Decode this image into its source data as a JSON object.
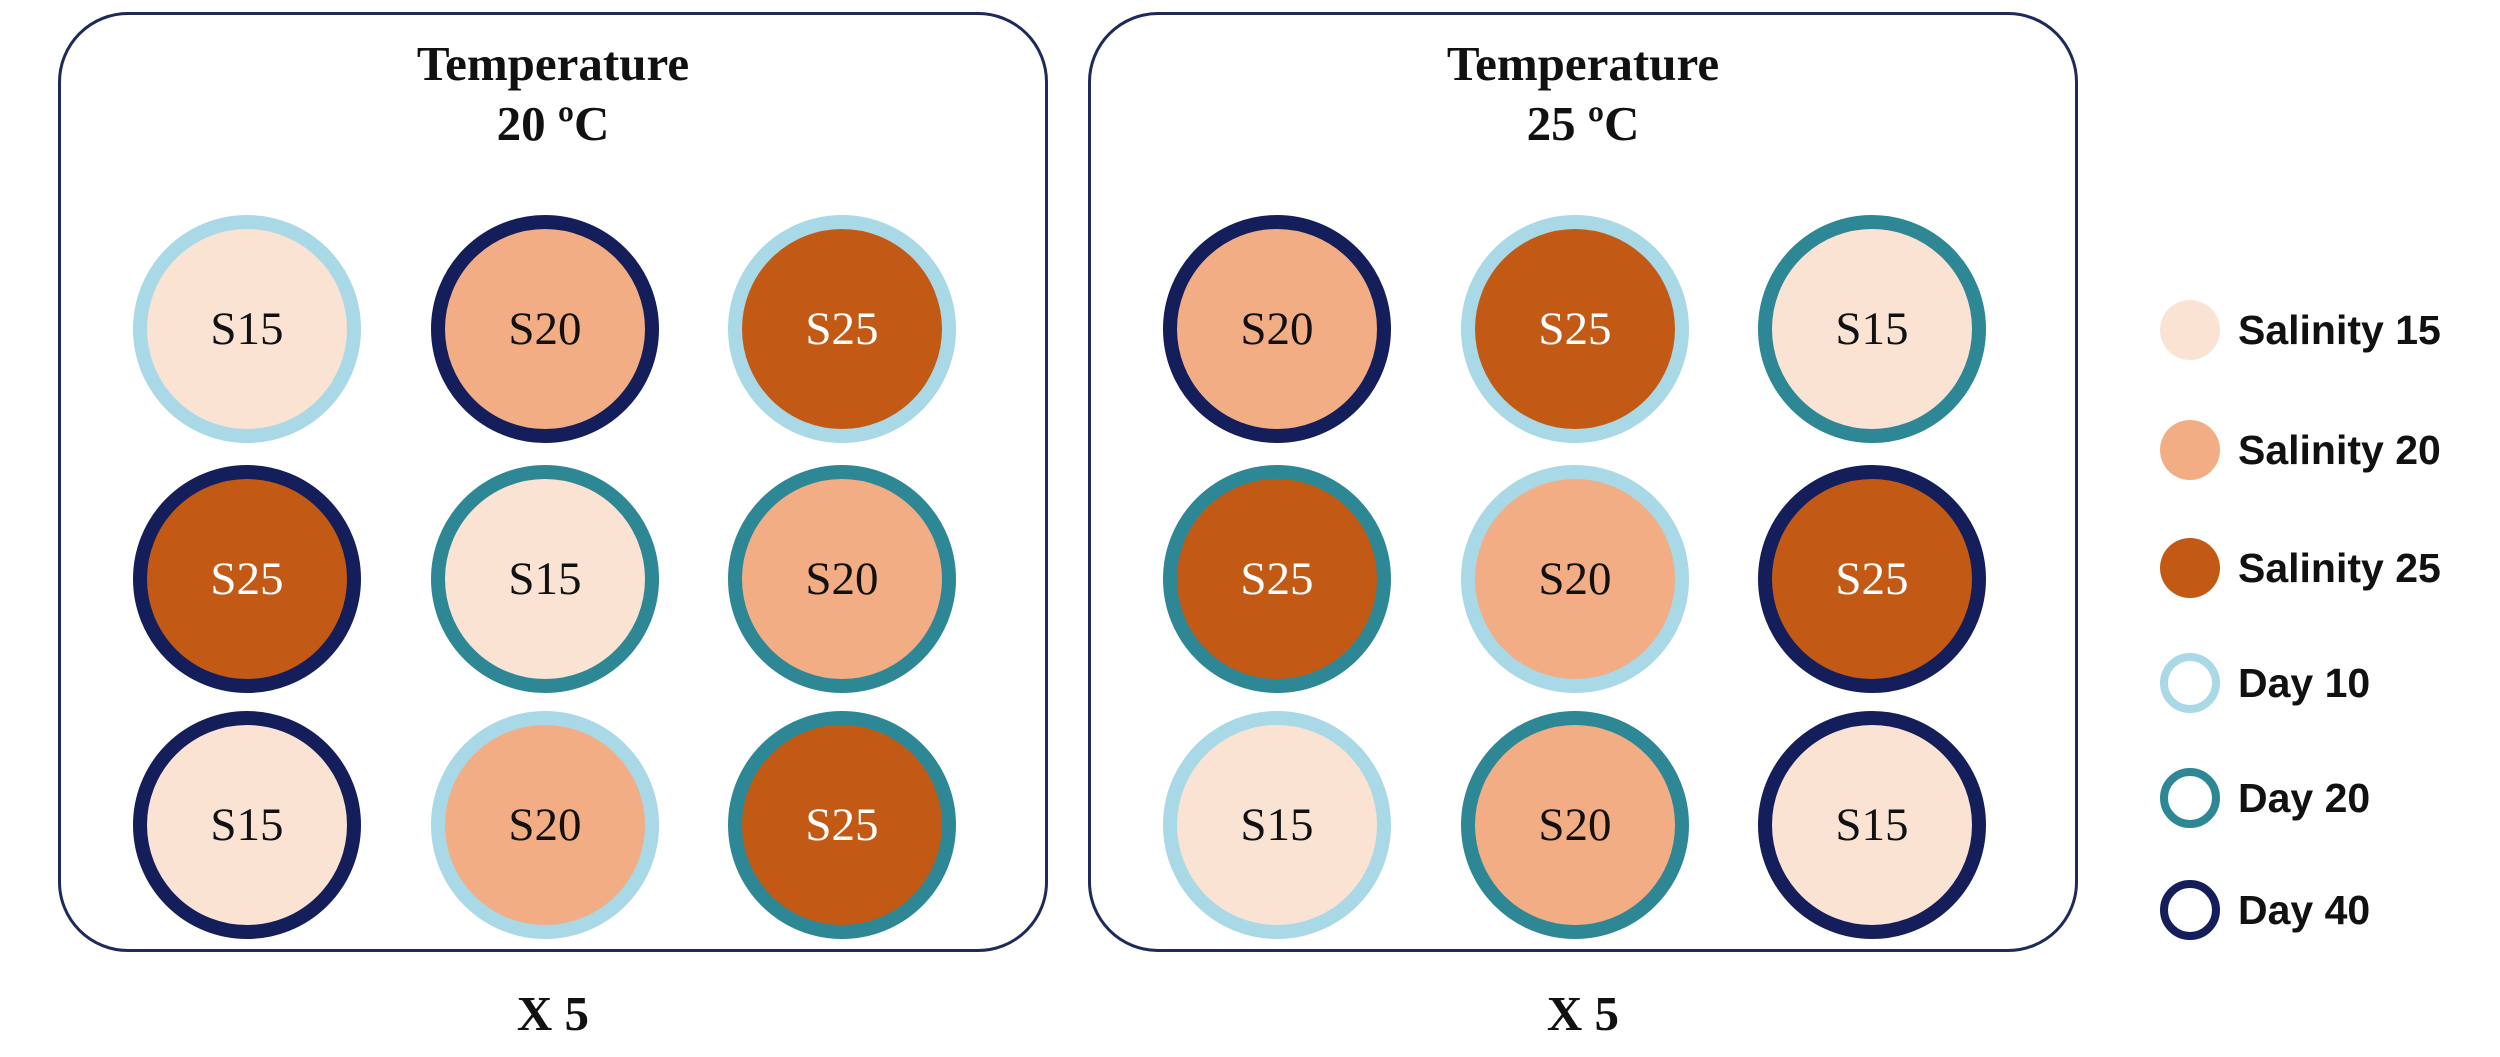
{
  "colors": {
    "salinity": {
      "S15": "#fbe3d4",
      "S20": "#f2ad85",
      "S25": "#c25a16"
    },
    "day": {
      "10": "#a9d8e6",
      "20": "#2e8795",
      "40": "#141e5a"
    },
    "text_dark": "#111111",
    "text_light": "#ffffff",
    "panel_border": "#1e2a5a"
  },
  "panels": [
    {
      "title_line1": "Temperature",
      "title_line2": "20 ºC",
      "multiplier": "X 5",
      "dishes": [
        {
          "label": "S15",
          "day": "10"
        },
        {
          "label": "S20",
          "day": "40"
        },
        {
          "label": "S25",
          "day": "10"
        },
        {
          "label": "S25",
          "day": "40"
        },
        {
          "label": "S15",
          "day": "20"
        },
        {
          "label": "S20",
          "day": "20"
        },
        {
          "label": "S15",
          "day": "40"
        },
        {
          "label": "S20",
          "day": "10"
        },
        {
          "label": "S25",
          "day": "20"
        }
      ]
    },
    {
      "title_line1": "Temperature",
      "title_line2": "25 ºC",
      "multiplier": "X 5",
      "dishes": [
        {
          "label": "S20",
          "day": "40"
        },
        {
          "label": "S25",
          "day": "10"
        },
        {
          "label": "S15",
          "day": "20"
        },
        {
          "label": "S25",
          "day": "20"
        },
        {
          "label": "S20",
          "day": "10"
        },
        {
          "label": "S25",
          "day": "40"
        },
        {
          "label": "S15",
          "day": "10"
        },
        {
          "label": "S20",
          "day": "20"
        },
        {
          "label": "S15",
          "day": "40"
        }
      ]
    }
  ],
  "legend": [
    {
      "label": "Salinity 15",
      "kind": "fill",
      "key": "S15",
      "icon": "filled-circle-icon"
    },
    {
      "label": "Salinity 20",
      "kind": "fill",
      "key": "S20",
      "icon": "filled-circle-icon"
    },
    {
      "label": "Salinity 25",
      "kind": "fill",
      "key": "S25",
      "icon": "filled-circle-icon"
    },
    {
      "label": "Day 10",
      "kind": "ring",
      "key": "10",
      "icon": "ring-icon"
    },
    {
      "label": "Day 20",
      "kind": "ring",
      "key": "20",
      "icon": "ring-icon"
    },
    {
      "label": "Day 40",
      "kind": "ring",
      "key": "40",
      "icon": "ring-icon"
    }
  ]
}
